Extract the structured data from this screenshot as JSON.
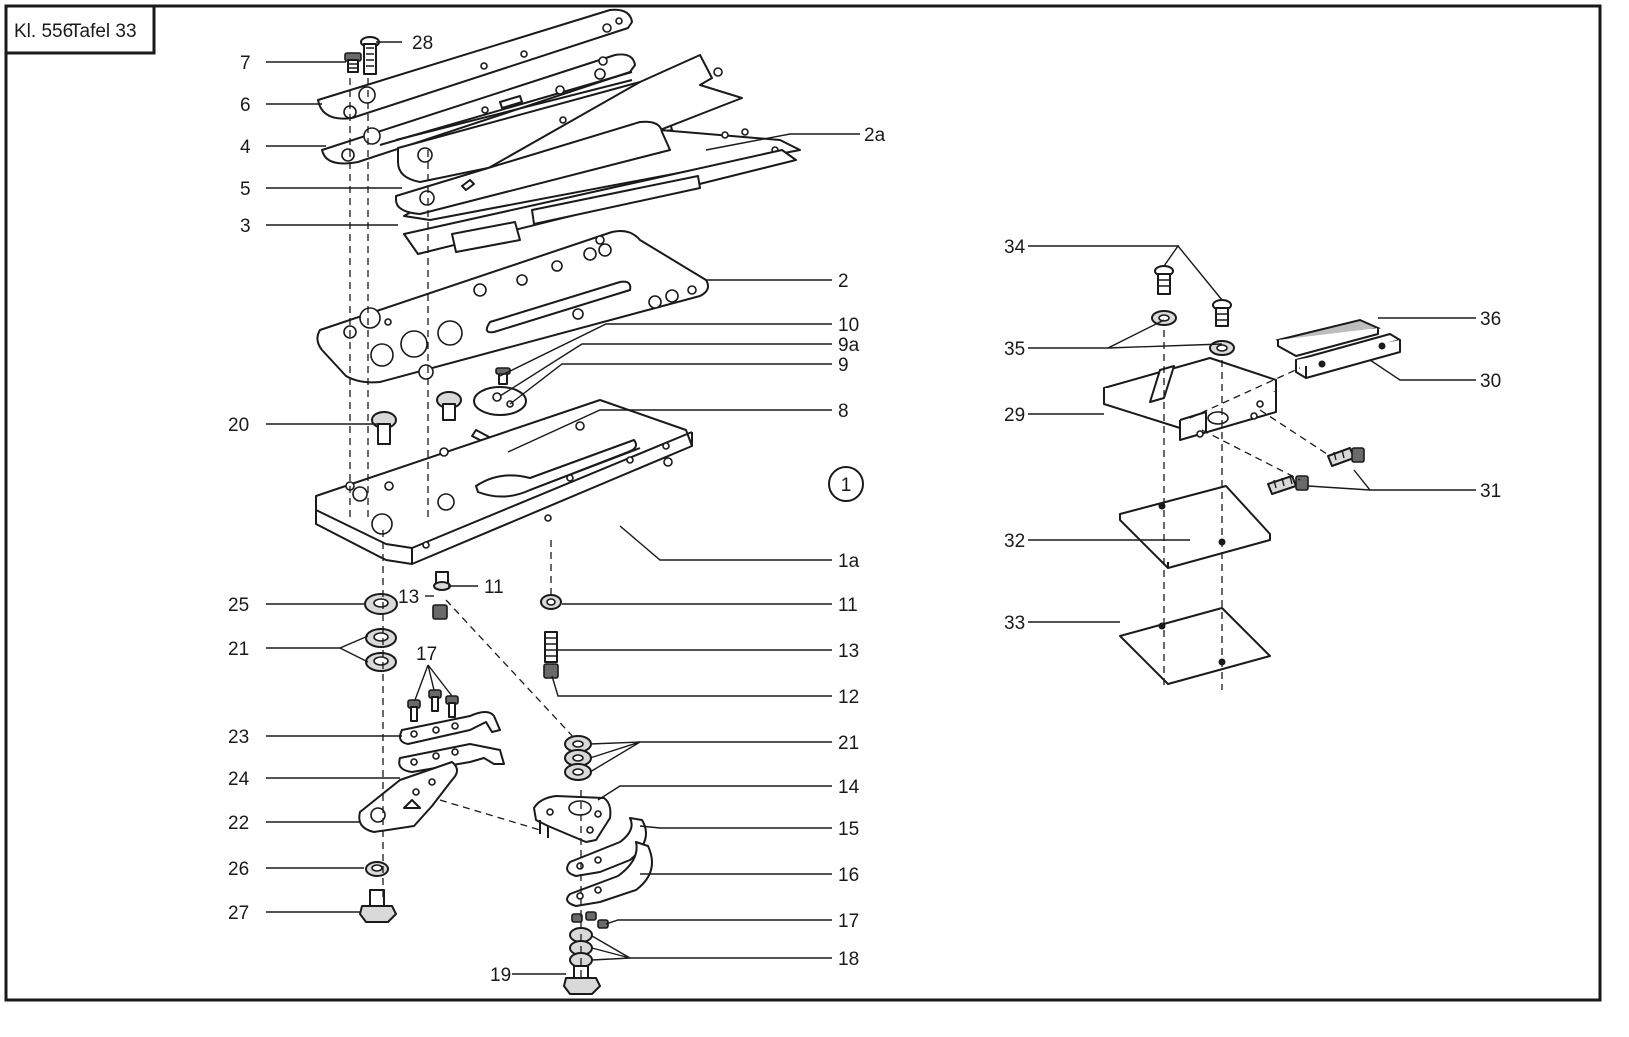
{
  "title_block": {
    "model": "Kl. 556",
    "plate": "Tafel 33"
  },
  "view_marker": "1",
  "callouts": [
    {
      "id": "c7",
      "label": "7"
    },
    {
      "id": "c28",
      "label": "28"
    },
    {
      "id": "c6",
      "label": "6"
    },
    {
      "id": "c4",
      "label": "4"
    },
    {
      "id": "c5",
      "label": "5"
    },
    {
      "id": "c3",
      "label": "3"
    },
    {
      "id": "c2a",
      "label": "2a"
    },
    {
      "id": "c2",
      "label": "2"
    },
    {
      "id": "c10",
      "label": "10"
    },
    {
      "id": "c9a",
      "label": "9a"
    },
    {
      "id": "c9",
      "label": "9"
    },
    {
      "id": "c20",
      "label": "20"
    },
    {
      "id": "c8",
      "label": "8"
    },
    {
      "id": "c1a",
      "label": "1a"
    },
    {
      "id": "c11a",
      "label": "11"
    },
    {
      "id": "c13a",
      "label": "13"
    },
    {
      "id": "c25",
      "label": "25"
    },
    {
      "id": "c11b",
      "label": "11"
    },
    {
      "id": "c21a",
      "label": "21"
    },
    {
      "id": "c13b",
      "label": "13"
    },
    {
      "id": "c17a",
      "label": "17"
    },
    {
      "id": "c12",
      "label": "12"
    },
    {
      "id": "c23",
      "label": "23"
    },
    {
      "id": "c21b",
      "label": "21"
    },
    {
      "id": "c24",
      "label": "24"
    },
    {
      "id": "c14",
      "label": "14"
    },
    {
      "id": "c22",
      "label": "22"
    },
    {
      "id": "c15",
      "label": "15"
    },
    {
      "id": "c26",
      "label": "26"
    },
    {
      "id": "c16",
      "label": "16"
    },
    {
      "id": "c27",
      "label": "27"
    },
    {
      "id": "c17b",
      "label": "17"
    },
    {
      "id": "c18",
      "label": "18"
    },
    {
      "id": "c19",
      "label": "19"
    },
    {
      "id": "c34",
      "label": "34"
    },
    {
      "id": "c36",
      "label": "36"
    },
    {
      "id": "c35",
      "label": "35"
    },
    {
      "id": "c30",
      "label": "30"
    },
    {
      "id": "c29",
      "label": "29"
    },
    {
      "id": "c31",
      "label": "31"
    },
    {
      "id": "c32",
      "label": "32"
    },
    {
      "id": "c33",
      "label": "33"
    }
  ]
}
